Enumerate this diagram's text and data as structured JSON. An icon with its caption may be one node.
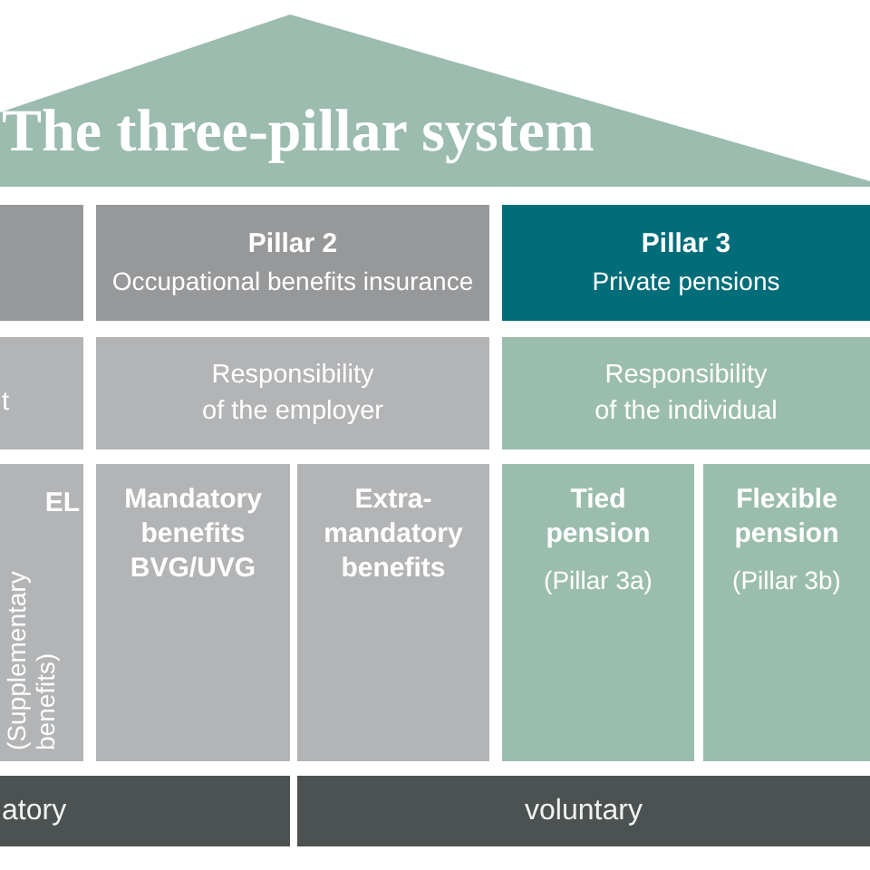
{
  "diagram": {
    "nodes": [
      {
        "text": [
          "The three-pillar system"
        ]
      },
      {
        "text": [],
        "shape": "box"
      },
      {
        "text": [
          "Pillar 2",
          "Occupational benefits insurance"
        ]
      },
      {
        "text": [
          "Pillar 3",
          "Private pensions"
        ]
      },
      {
        "text": [
          "t"
        ]
      },
      {
        "text": [
          "Responsibility of the employer"
        ]
      },
      {
        "text": [
          "Responsibility of the individual"
        ]
      },
      {
        "text": [
          "EL",
          "(Supplementary benefits)"
        ]
      },
      {
        "text": [
          "Mandatory benefits BVG/UVG"
        ]
      },
      {
        "text": [
          "Extra-mandatory benefits"
        ]
      },
      {
        "text": [
          "Tied pension",
          "(Pillar 3a)"
        ]
      },
      {
        "text": [
          "Flexible pension",
          "(Pillar 3b)"
        ]
      },
      {
        "text": [
          "atory"
        ]
      },
      {
        "text": [
          "voluntary"
        ]
      }
    ]
  }
}
